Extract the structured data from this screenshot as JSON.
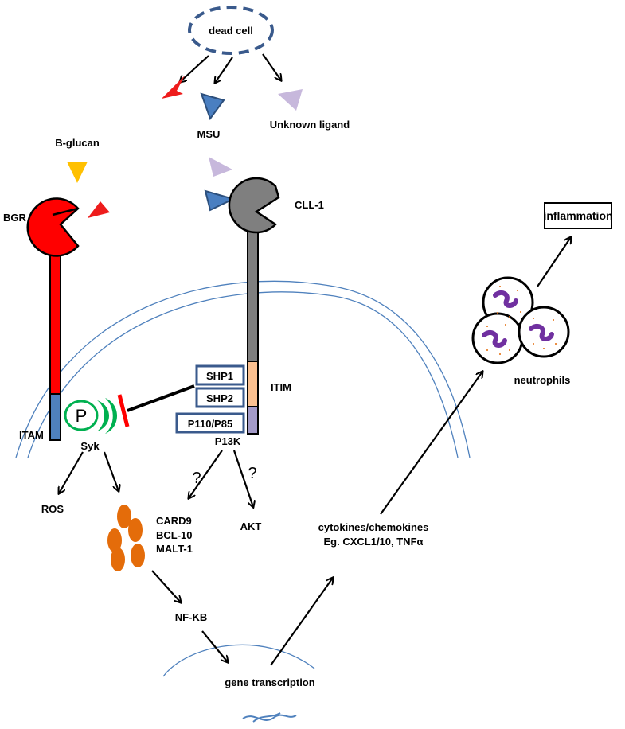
{
  "labels": {
    "dead_cell": "dead cell",
    "msu": "MSU",
    "unknown_ligand": "Unknown ligand",
    "b_glucan": "B-glucan",
    "bgr": "BGR",
    "cll1": "CLL-1",
    "inflammation": "inflammation",
    "neutrophils": "neutrophils",
    "shp1": "SHP1",
    "shp2": "SHP2",
    "p110_p85": "P110/P85",
    "itim": "ITIM",
    "p13k": "P13K",
    "itam": "ITAM",
    "syk": "Syk",
    "p": "P",
    "ros": "ROS",
    "card9": "CARD9",
    "bcl10": "BCL-10",
    "malt1": "MALT-1",
    "akt": "AKT",
    "question1": "?",
    "question2": "?",
    "cytokines": "cytokines/chemokines",
    "cytokines_eg": "Eg. CXCL1/10, TNFα",
    "nfkb": "NF-KB",
    "gene_transcription": "gene transcription"
  },
  "colors": {
    "red_ligand": "#ee1c1c",
    "msu_blue": "#4a7fc1",
    "unknown_lilac": "#c7b8dc",
    "b_glucan_yellow": "#ffc000",
    "bgr_red": "#ff0000",
    "cll1_gray": "#7f7f7f",
    "itam_blue": "#4f81bd",
    "itim_peach": "#fac090",
    "itim_lilac": "#a39ac8",
    "box_border": "#3a5a8c",
    "membrane_blue": "#4f81bd",
    "syk_green": "#00b050",
    "card9_orange": "#e46c0a",
    "neutrophil_nucleus": "#7030a0",
    "neutrophil_granule": "#e46c0a"
  },
  "icons": [
    "dead-cell-icon",
    "msu-crystal-icon",
    "b-glucan-icon",
    "bgr-receptor-icon",
    "cll1-receptor-icon",
    "neutrophil-icon",
    "dna-icon"
  ]
}
